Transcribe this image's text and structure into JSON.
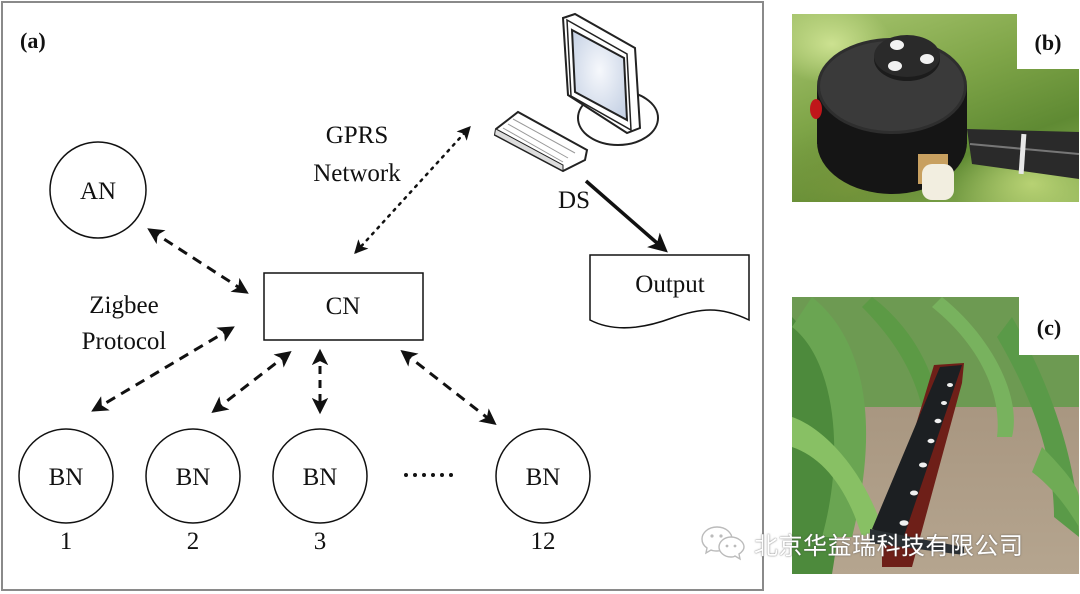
{
  "panel_a": {
    "label": "(a)",
    "nodes": {
      "an": "AN",
      "cn": "CN",
      "ds": "DS",
      "output": "Output",
      "bn": [
        {
          "label": "BN",
          "index": "1"
        },
        {
          "label": "BN",
          "index": "2"
        },
        {
          "label": "BN",
          "index": "3"
        },
        {
          "label": "BN",
          "index": "12"
        }
      ],
      "ellipsis": "……"
    },
    "annotations": {
      "gprs_line1": "GPRS",
      "gprs_line2": "Network",
      "zigbee_line1": "Zigbee",
      "zigbee_line2": "Protocol"
    },
    "links": [
      {
        "from": "AN",
        "to": "CN",
        "style": "dashed",
        "direction": "bidirectional"
      },
      {
        "from": "CN",
        "to": "DS",
        "style": "dotted",
        "direction": "bidirectional",
        "medium": "GPRS Network"
      },
      {
        "from": "DS",
        "to": "Output",
        "style": "solid",
        "direction": "one-way"
      },
      {
        "from": "CN",
        "to": "BN 1",
        "style": "dashed",
        "direction": "bidirectional",
        "medium": "Zigbee Protocol"
      },
      {
        "from": "CN",
        "to": "BN 2",
        "style": "dashed",
        "direction": "bidirectional"
      },
      {
        "from": "CN",
        "to": "BN 3",
        "style": "dashed",
        "direction": "bidirectional"
      },
      {
        "from": "CN",
        "to": "BN 12",
        "style": "dashed",
        "direction": "bidirectional"
      }
    ]
  },
  "panel_b": {
    "label": "(b)",
    "subject": "black cylindrical sensor head on metal arm"
  },
  "panel_c": {
    "label": "(c)",
    "subject": "black sensor bar among maize plants"
  },
  "watermark": {
    "icon": "wechat-icon",
    "text": "北京华益瑞科技有限公司"
  }
}
